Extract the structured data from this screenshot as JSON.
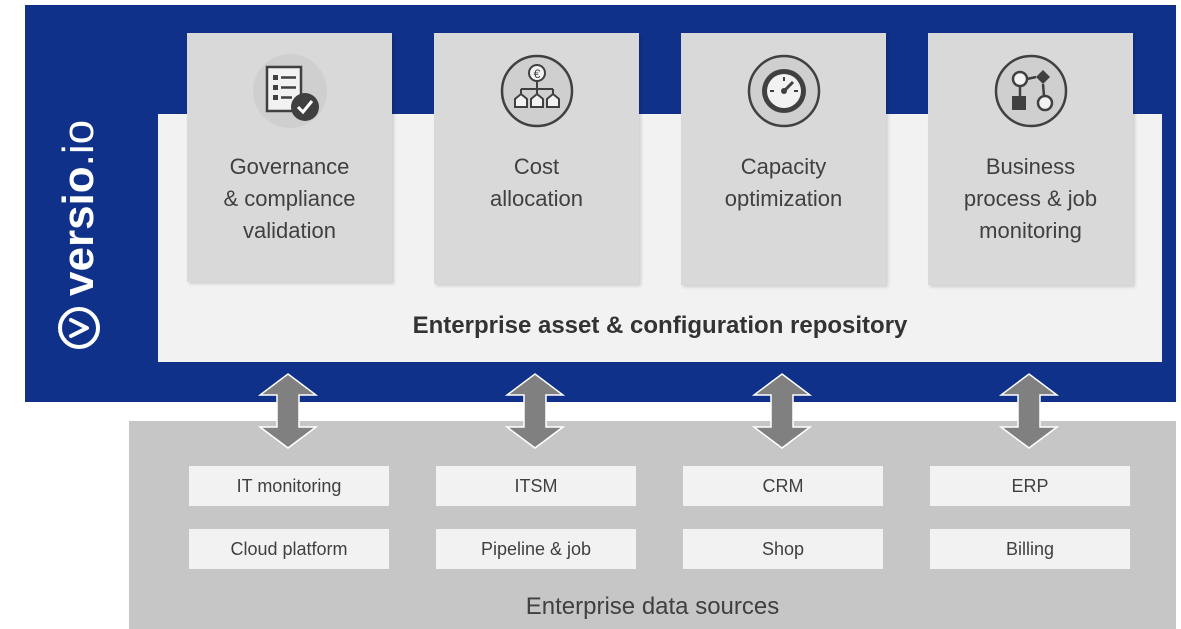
{
  "brand": {
    "name_bold": "versio",
    "name_light": ".io"
  },
  "cards": [
    {
      "label": "Governance\n& compliance\nvalidation",
      "icon": "checklist-icon"
    },
    {
      "label": "Cost\nallocation",
      "icon": "euro-hierarchy-icon"
    },
    {
      "label": "Capacity\noptimization",
      "icon": "gauge-icon"
    },
    {
      "label": "Business\nprocess & job\nmonitoring",
      "icon": "process-flow-icon"
    }
  ],
  "repository_label": "Enterprise asset & configuration repository",
  "data_sources_label": "Enterprise data sources",
  "sources": {
    "row1": [
      "IT monitoring",
      "ITSM",
      "CRM",
      "ERP"
    ],
    "row2": [
      "Cloud platform",
      "Pipeline & job",
      "Shop",
      "Billing"
    ]
  },
  "colors": {
    "brand_blue": "#10318a",
    "panel_light": "#f2f2f2",
    "card_gray": "#d9d9d9",
    "source_band": "#c6c6c6",
    "arrow_gray": "#808080",
    "text_dark": "#404040"
  }
}
